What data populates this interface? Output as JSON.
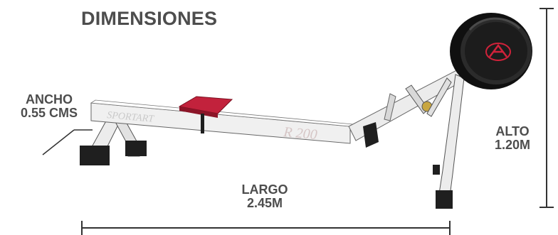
{
  "title": "DIMENSIONES",
  "ancho": {
    "label": "ANCHO",
    "value": "0.55 CMS"
  },
  "alto": {
    "label": "ALTO",
    "value": "1.20M"
  },
  "largo": {
    "label": "LARGO",
    "value": "2.45M"
  },
  "machine": {
    "frame_text": "SPORTART",
    "model_text": "R 200"
  },
  "colors": {
    "text": "#4d4d4d",
    "frame": "#eeeeee",
    "seat": "#c2223c",
    "wheel": "#1a1a1a",
    "logo": "#d0223a"
  }
}
